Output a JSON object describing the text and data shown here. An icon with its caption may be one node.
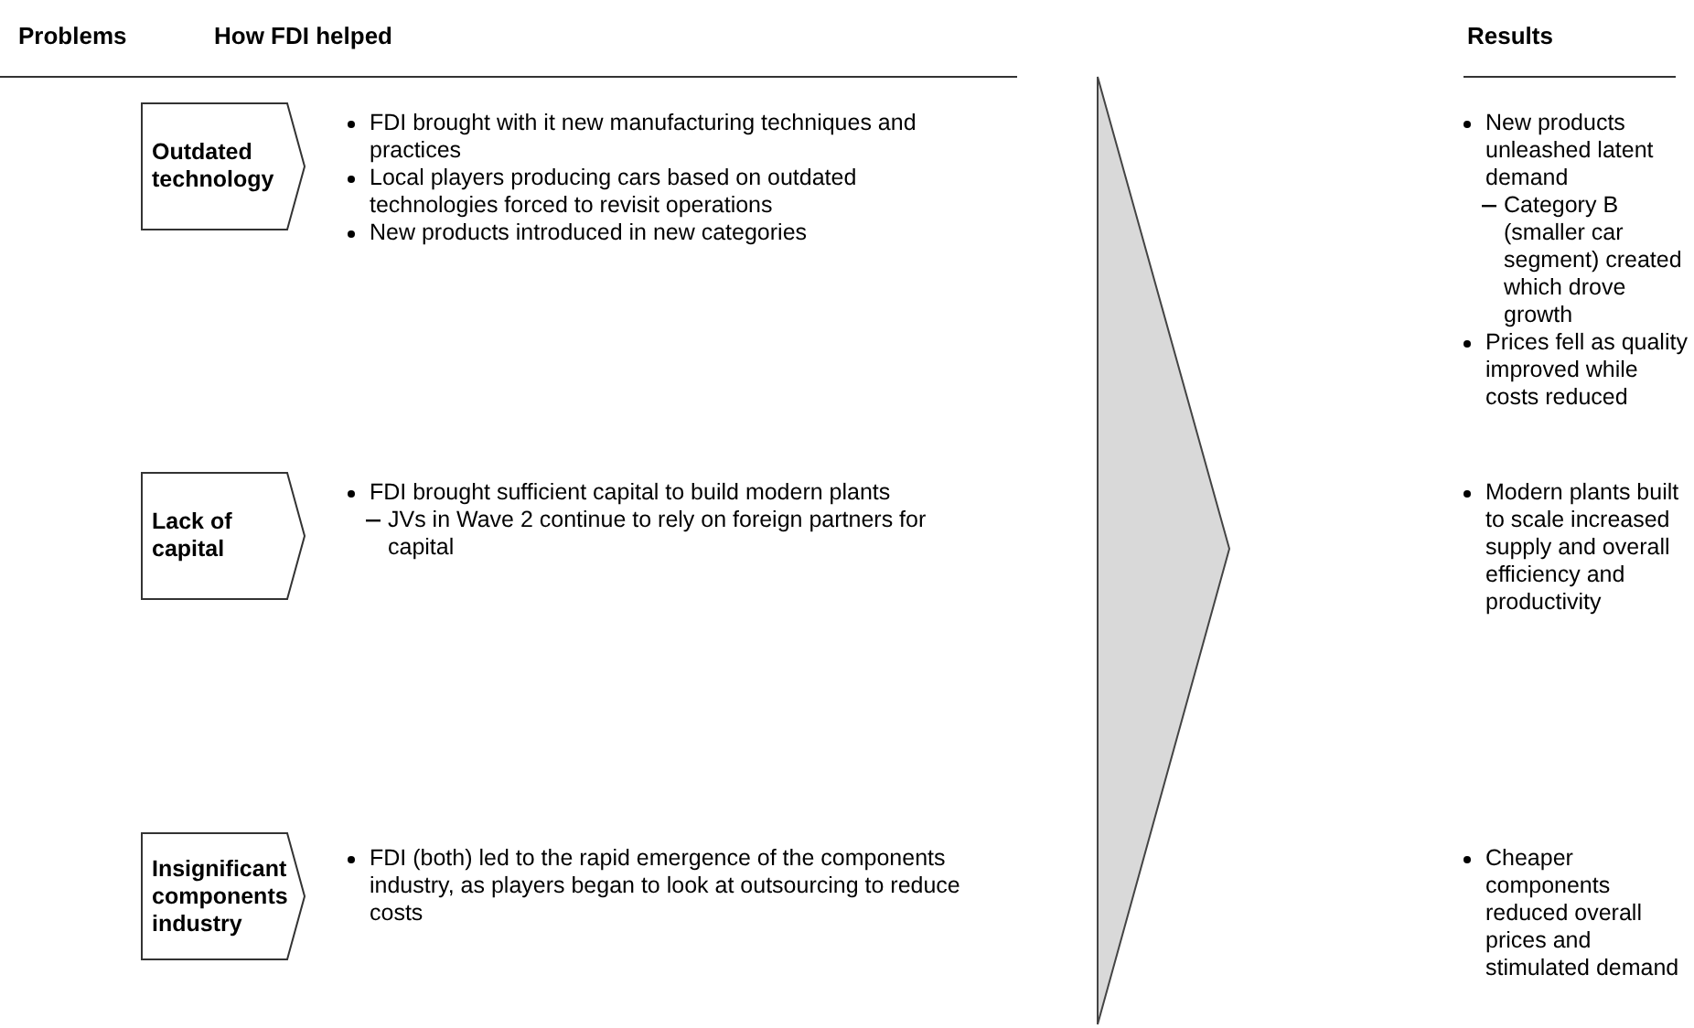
{
  "diagram": {
    "nodes": [
      {
        "text": [
          "Outdated technology"
        ]
      },
      {
        "text": [
          "Lack of capital"
        ]
      },
      {
        "text": [
          "Insignificant components industry"
        ]
      }
    ],
    "edges": [],
    "labels": [
      "Problems",
      "How FDI helped",
      "Results",
      "FDI brought with it new manufacturing techniques and practices",
      "Local players producing cars based on outdated technologies forced to revisit operations",
      "New products introduced in new categories",
      "New products unleashed latent demand",
      "Category B (smaller car segment) created which drove growth",
      "Prices fell as quality improved while costs reduced",
      "FDI brought sufficient capital to build modern plants",
      "JVs in Wave 2 continue to rely on foreign partners for capital",
      "Modern plants built to scale increased supply and overall efficiency and productivity",
      "FDI (both) led to the rapid emergence of the components industry, as players began to look at outsourcing to reduce costs",
      "Cheaper components reduced overall prices and stimulated demand"
    ]
  }
}
